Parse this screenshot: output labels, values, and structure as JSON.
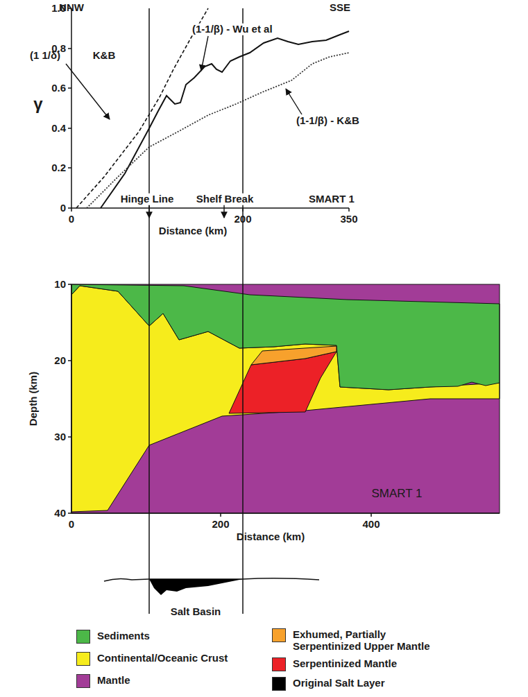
{
  "diagram": {
    "labels": [
      "NNW",
      "SSE",
      "1.0",
      "0.8",
      "0.6",
      "0.4",
      "0.2",
      "0",
      "γ",
      "(1 1/δ)",
      "K&B",
      "(1-1/β) - Wu et al",
      "(1-1/β) - K&B",
      "Hinge Line",
      "Shelf Break",
      "SMART 1",
      "0",
      "200",
      "350",
      "Distance (km)",
      "10",
      "20",
      "30",
      "40",
      "Depth (km)",
      "SMART 1",
      "0",
      "200",
      "400",
      "Distance (km)",
      "Salt Basin"
    ],
    "legend": [
      {
        "text": "Sediments",
        "color": "#4cb848"
      },
      {
        "text": "Continental/Oceanic Crust",
        "color": "#f6ec1c"
      },
      {
        "text": "Mantle",
        "color": "#a23c97"
      },
      {
        "text": "Exhumed, Partially Serpentinized Upper Mantle",
        "color": "#f7a12c"
      },
      {
        "text": "Serpentinized Mantle",
        "color": "#ec2127"
      },
      {
        "text": "Original Salt Layer",
        "color": "#000000"
      }
    ]
  }
}
